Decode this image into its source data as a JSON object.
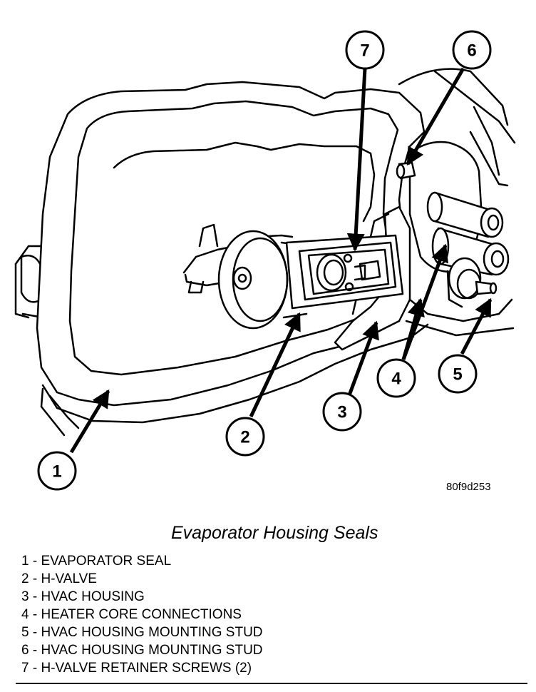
{
  "callouts": [
    "1",
    "2",
    "3",
    "4",
    "5",
    "6",
    "7"
  ],
  "figure_code": "80f9d253",
  "caption": "Evaporator Housing Seals",
  "legend": [
    {
      "num": "1",
      "sep": " - ",
      "text": "EVAPORATOR SEAL"
    },
    {
      "num": "2",
      "sep": " - ",
      "text": "H-VALVE"
    },
    {
      "num": "3",
      "sep": " - ",
      "text": "HVAC HOUSING"
    },
    {
      "num": "4",
      "sep": " - ",
      "text": "HEATER CORE CONNECTIONS"
    },
    {
      "num": "5",
      "sep": " - ",
      "text": "HVAC HOUSING MOUNTING STUD"
    },
    {
      "num": "6",
      "sep": " - ",
      "text": "HVAC HOUSING MOUNTING STUD"
    },
    {
      "num": "7",
      "sep": " - ",
      "text": "H-VALVE RETAINER SCREWS (2)"
    }
  ]
}
